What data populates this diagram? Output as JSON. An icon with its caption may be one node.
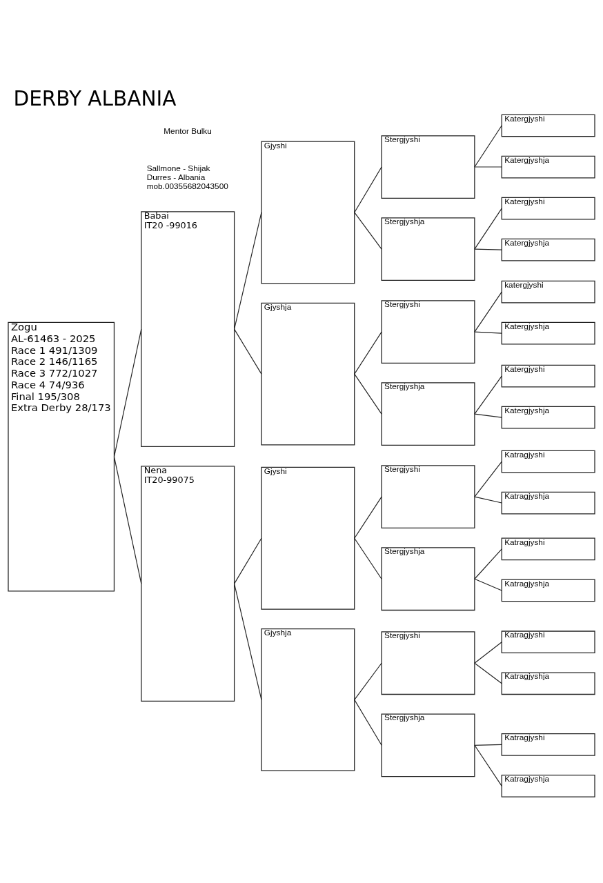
{
  "diagram": {
    "title": "DERBY ALBANIA",
    "nodes": [
      {
        "text": [
          "Zogu",
          "AL-61463 - 2025",
          "Race 1 491/1309",
          "Race 2 146/1165",
          "Race 3 772/1027",
          "Race 4 74/936",
          "Final 195/308",
          "Extra Derby 28/173"
        ]
      },
      {
        "text": [
          "Babai",
          "IT20 -99016"
        ]
      },
      {
        "text": [
          "Nena",
          "IT20-99075"
        ]
      },
      {
        "text": [
          "Gjyshi"
        ]
      },
      {
        "text": [
          "Gjyshja"
        ]
      },
      {
        "text": [
          "Gjyshi"
        ]
      },
      {
        "text": [
          "Gjyshja"
        ]
      },
      {
        "text": [
          "Stergjyshi"
        ]
      },
      {
        "text": [
          "Stergjyshja"
        ]
      },
      {
        "text": [
          "Stergjyshi"
        ]
      },
      {
        "text": [
          "Stergjyshja"
        ]
      },
      {
        "text": [
          "Stergjyshi"
        ]
      },
      {
        "text": [
          "Stergjyshja"
        ]
      },
      {
        "text": [
          "Stergjyshi"
        ]
      },
      {
        "text": [
          "Stergjyshja"
        ]
      },
      {
        "text": [
          "Katergjyshi"
        ]
      },
      {
        "text": [
          "Katergjyshja"
        ]
      },
      {
        "text": [
          "Katergjyshi"
        ]
      },
      {
        "text": [
          "Katergjyshja"
        ]
      },
      {
        "text": [
          "katergjyshi"
        ]
      },
      {
        "text": [
          "Katergjyshja"
        ]
      },
      {
        "text": [
          "Katergjyshi"
        ]
      },
      {
        "text": [
          "Katergjyshja"
        ]
      },
      {
        "text": [
          "Katragjyshi"
        ]
      },
      {
        "text": [
          "Katragjyshja"
        ]
      },
      {
        "text": [
          "Katragjyshi"
        ]
      },
      {
        "text": [
          "Katragjyshja"
        ]
      },
      {
        "text": [
          "Katragjyshi"
        ]
      },
      {
        "text": [
          "Katragjyshja"
        ]
      },
      {
        "text": [
          "Katragjyshi"
        ]
      },
      {
        "text": [
          "Katragjyshja"
        ]
      }
    ],
    "edges": [
      {
        "from": 0,
        "to": 1,
        "arrow": "none"
      },
      {
        "from": 0,
        "to": 2,
        "arrow": "none"
      },
      {
        "from": 1,
        "to": 3,
        "arrow": "none"
      },
      {
        "from": 1,
        "to": 4,
        "arrow": "none"
      },
      {
        "from": 2,
        "to": 5,
        "arrow": "none"
      },
      {
        "from": 2,
        "to": 6,
        "arrow": "none"
      },
      {
        "from": 3,
        "to": 7,
        "arrow": "none"
      },
      {
        "from": 3,
        "to": 8,
        "arrow": "none"
      },
      {
        "from": 4,
        "to": 9,
        "arrow": "none"
      },
      {
        "from": 4,
        "to": 10,
        "arrow": "none"
      },
      {
        "from": 5,
        "to": 11,
        "arrow": "none"
      },
      {
        "from": 5,
        "to": 12,
        "arrow": "none"
      },
      {
        "from": 6,
        "to": 13,
        "arrow": "none"
      },
      {
        "from": 6,
        "to": 14,
        "arrow": "none"
      },
      {
        "from": 7,
        "to": 15,
        "arrow": "none"
      },
      {
        "from": 7,
        "to": 16,
        "arrow": "none"
      },
      {
        "from": 8,
        "to": 17,
        "arrow": "none"
      },
      {
        "from": 8,
        "to": 18,
        "arrow": "none"
      },
      {
        "from": 9,
        "to": 19,
        "arrow": "none"
      },
      {
        "from": 9,
        "to": 20,
        "arrow": "none"
      },
      {
        "from": 10,
        "to": 21,
        "arrow": "none"
      },
      {
        "from": 10,
        "to": 22,
        "arrow": "none"
      },
      {
        "from": 11,
        "to": 23,
        "arrow": "none"
      },
      {
        "from": 11,
        "to": 24,
        "arrow": "none"
      },
      {
        "from": 12,
        "to": 25,
        "arrow": "none"
      },
      {
        "from": 12,
        "to": 26,
        "arrow": "none"
      },
      {
        "from": 13,
        "to": 27,
        "arrow": "none"
      },
      {
        "from": 13,
        "to": 28,
        "arrow": "none"
      },
      {
        "from": 14,
        "to": 29,
        "arrow": "none"
      },
      {
        "from": 14,
        "to": 30,
        "arrow": "none"
      }
    ],
    "labels": [
      "Mentor Bulku",
      "Sallmone - Shijak Durres - Albania mob.00355682043500"
    ]
  }
}
